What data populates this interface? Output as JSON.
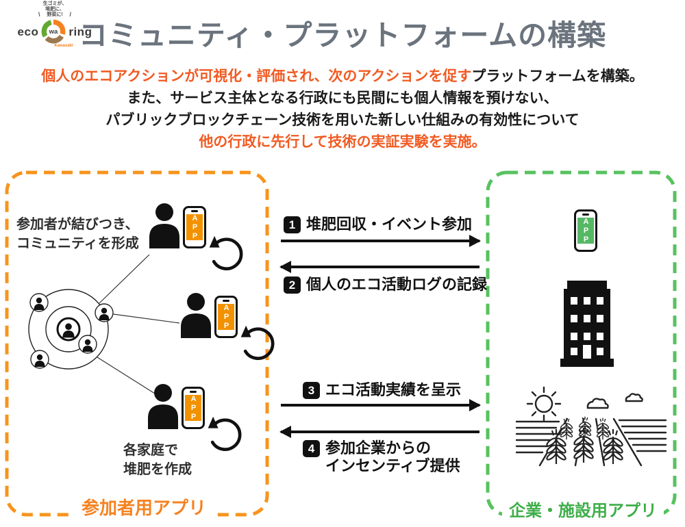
{
  "logo": {
    "tagline": "生ゴミが、\n堆肥に、\n野菜に!",
    "tick_left": "\\",
    "tick_right": "/",
    "eco": "eco",
    "wa": "wa",
    "ring": "ring",
    "kawasaki": "Kawasaki"
  },
  "title": "コミュニティ・プラットフォームの構築",
  "intro": {
    "line1_highlight": "個人のエコアクションが可視化・評価され、次のアクションを促す",
    "line1_rest": "プラットフォームを構築。",
    "line2": "また、サービス主体となる行政にも民間にも個人情報を預けない、",
    "line3": "パブリックブロックチェーン技術を用いた新しい仕組みの有効性について",
    "line4": "他の行政に先行して技術の実証実験を実施。"
  },
  "participants": {
    "box_label": "参加者用アプリ",
    "community_caption": "参加者が結びつき、\nコミュニティを形成",
    "household_caption": "各家庭で\n堆肥を作成",
    "app_label": "APP"
  },
  "company": {
    "box_label": "企業・施設用アプリ",
    "app_label": "APP"
  },
  "flows": [
    {
      "number": "1",
      "label": "堆肥回収・イベント参加"
    },
    {
      "number": "2",
      "label": "個人のエコ活動ログの記録"
    },
    {
      "number": "3",
      "label": "エコ活動実績を呈示"
    },
    {
      "number": "4",
      "label": "参加企業からの",
      "label_line2": "インセンティブ提供"
    }
  ],
  "colors": {
    "title_gray": "#6b737d",
    "accent_orange": "#f15a22",
    "participant_orange": "#f58220",
    "participant_border": "#f7941d",
    "company_green": "#3fae49",
    "company_border": "#57c25f",
    "phone_screen_orange": "#f39200",
    "phone_screen_green": "#55b865"
  }
}
